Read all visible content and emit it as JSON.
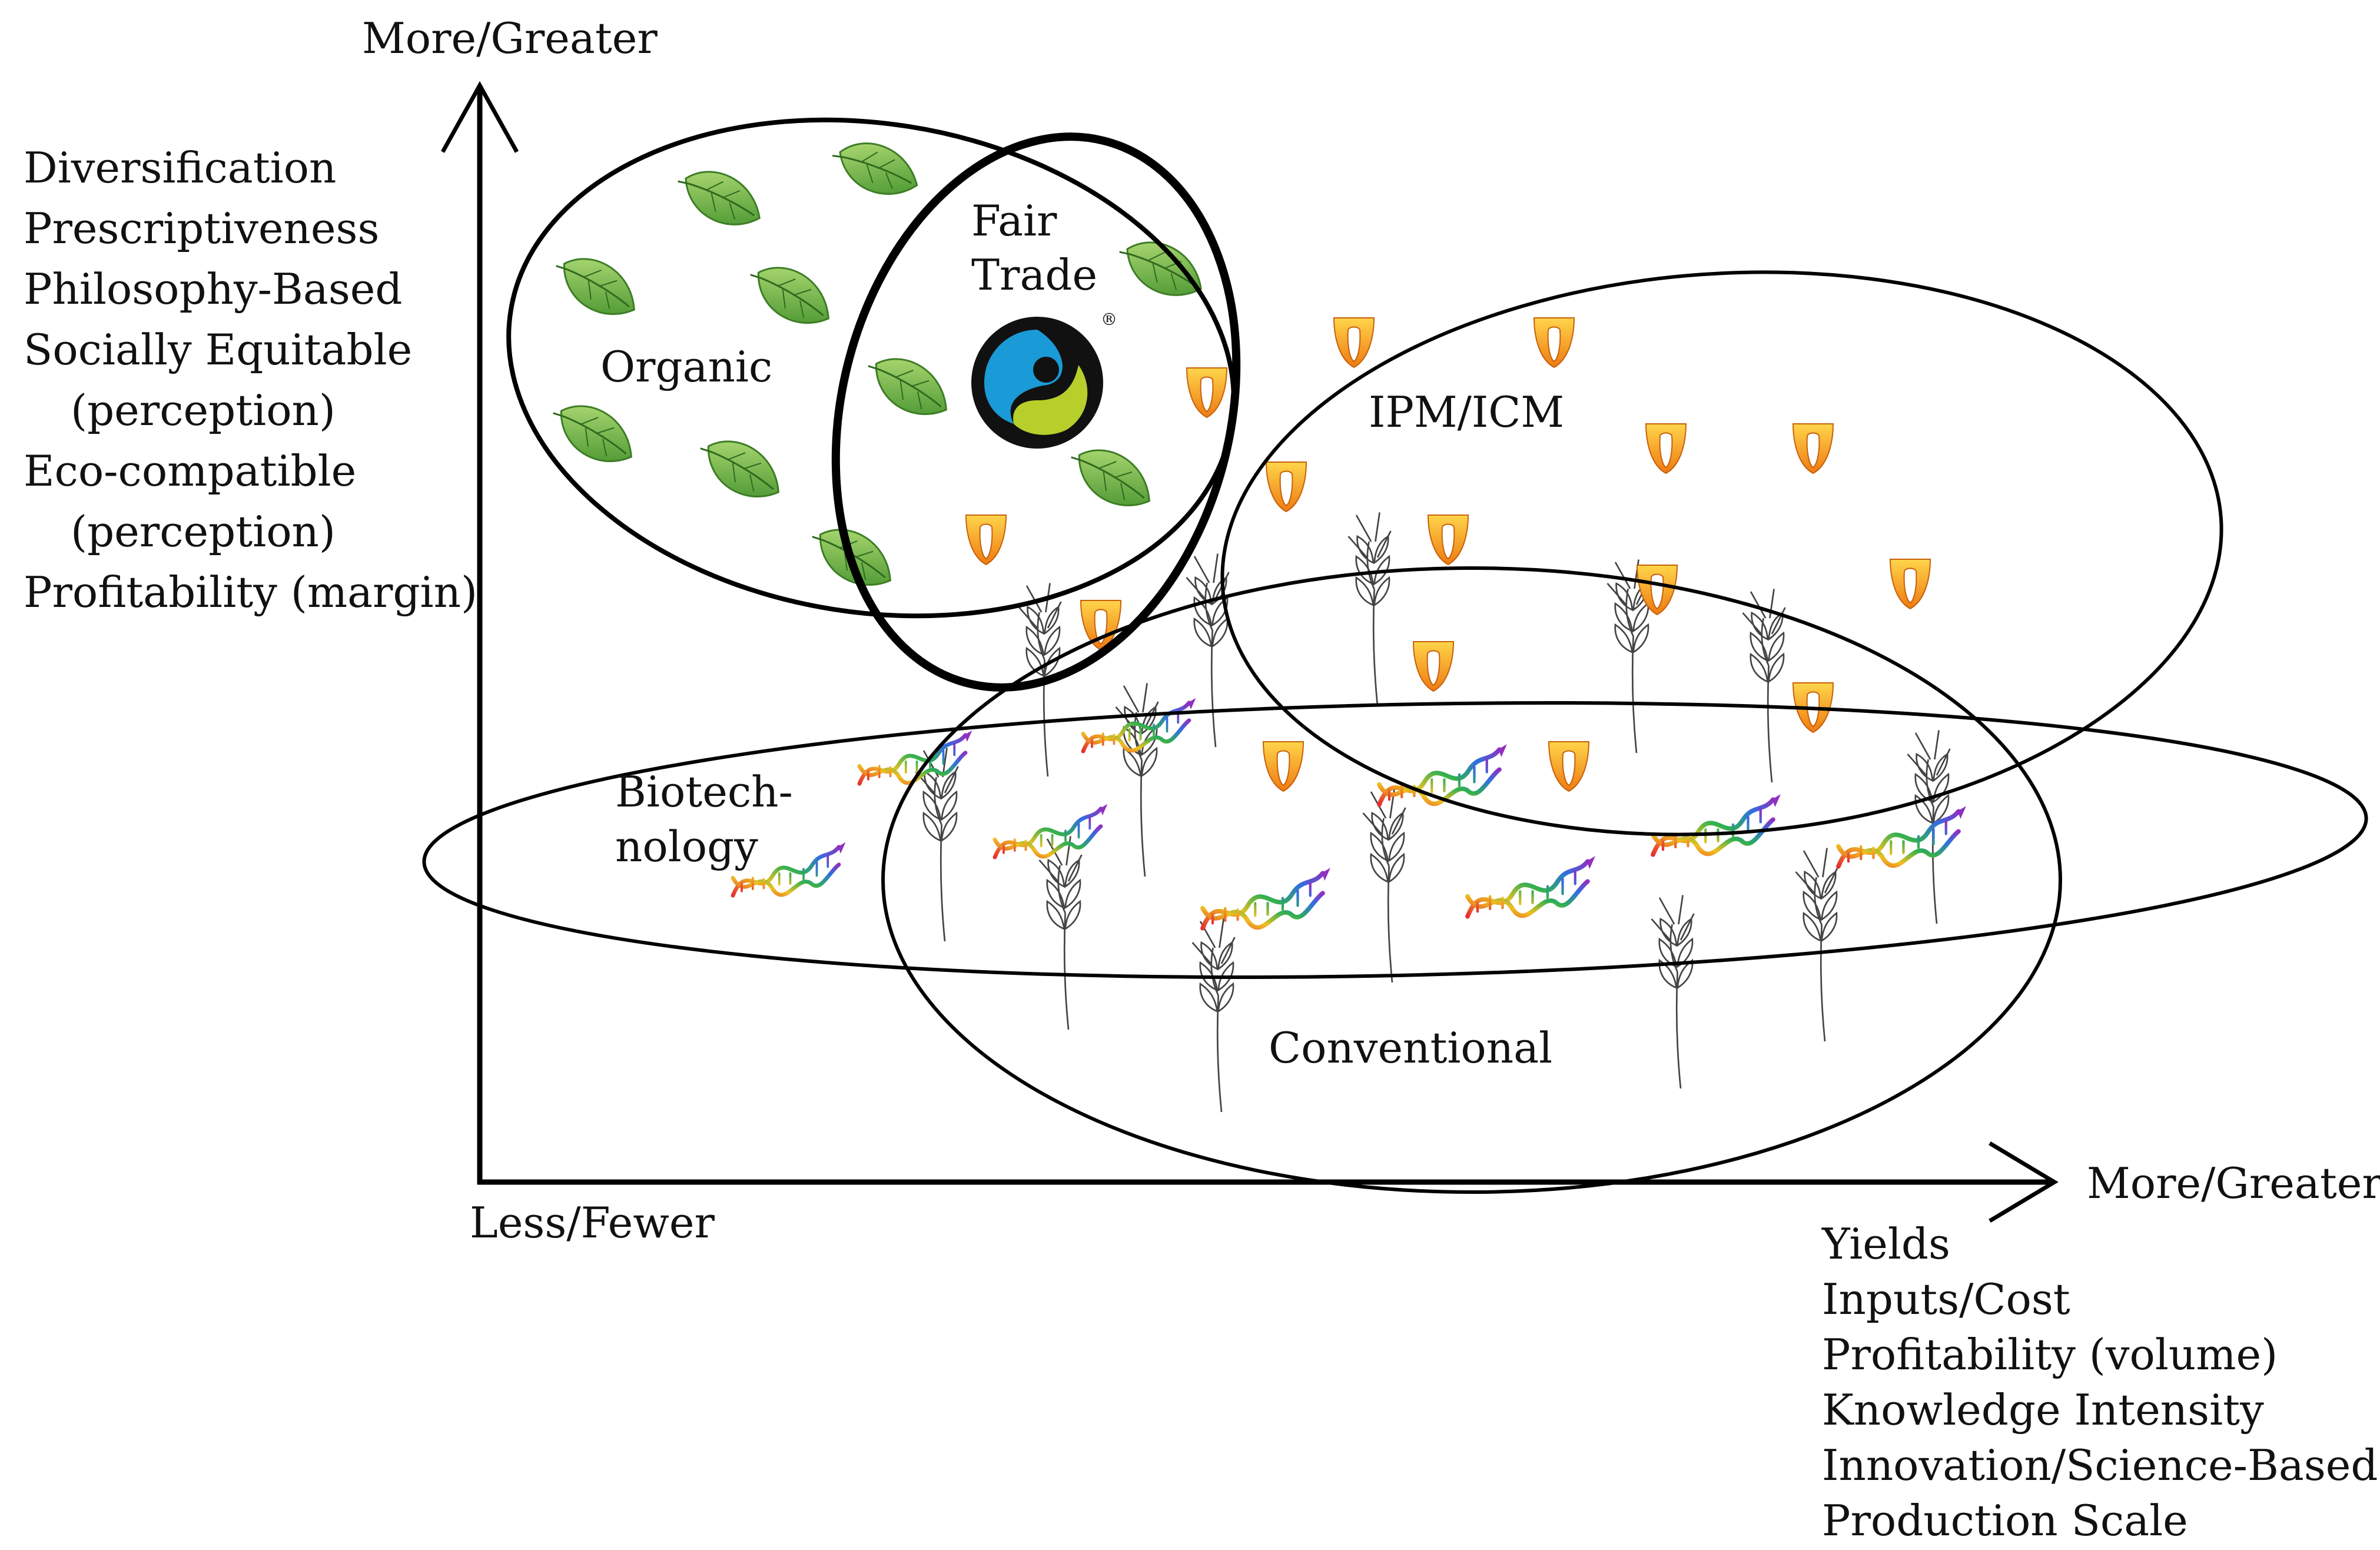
{
  "y_axis": {
    "top_label": "More/Greater",
    "attributes": [
      "Diversification",
      "Prescriptiveness",
      "Philosophy-Based",
      "Socially Equitable",
      "(perception)",
      "Eco-compatible",
      "(perception)",
      "Profitability (margin)"
    ]
  },
  "x_axis": {
    "origin_label": "Less/Fewer",
    "right_label": "More/Greater",
    "attributes": [
      "Yields",
      "Inputs/Cost",
      "Profitability (volume)",
      "Knowledge Intensity",
      "Innovation/Science-Based",
      "Production Scale"
    ]
  },
  "regions": {
    "organic": "Organic",
    "fair_trade_line1": "Fair",
    "fair_trade_line2": "Trade",
    "ipm": "IPM/ICM",
    "biotech_line1": "Biotech-",
    "biotech_line2": "nology",
    "conventional": "Conventional"
  },
  "logo": {
    "name": "fairtrade-mark",
    "registered_mark": "®"
  },
  "colors": {
    "leaf": "#5aa83a",
    "leaf_light": "#9bd16a",
    "seed": "#f08a1c",
    "seed_light": "#ffd24a",
    "dna_1": "#e0305a",
    "dna_2": "#3a8ee0",
    "wheat": "#444444",
    "logo_blue": "#1a9ad6",
    "logo_green": "#b7cf2a"
  },
  "icons": [
    "leaf-icon",
    "seed-icon",
    "wheat-icon",
    "dna-icon",
    "fairtrade-logo-icon"
  ]
}
